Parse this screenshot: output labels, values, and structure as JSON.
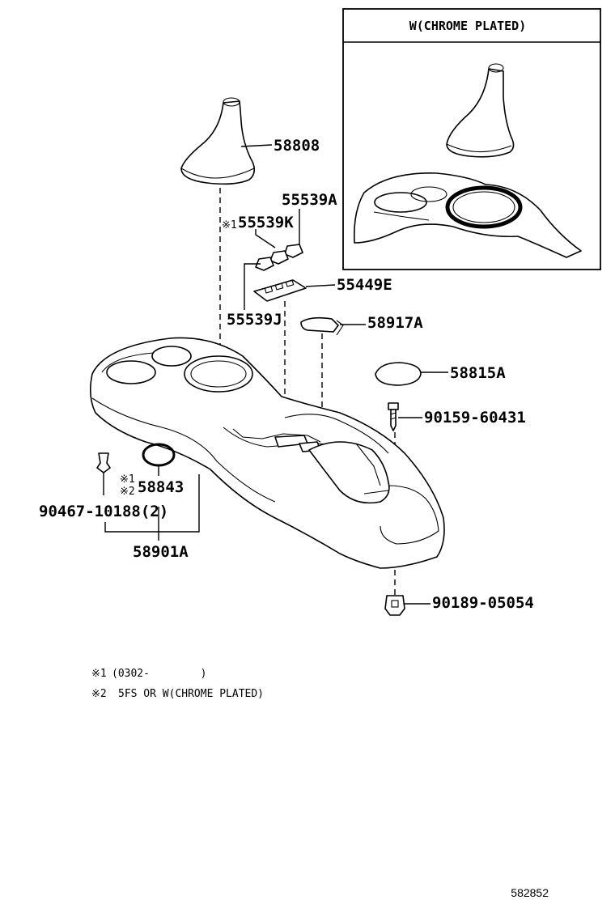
{
  "inset": {
    "title": "W(CHROME PLATED)"
  },
  "parts": {
    "p58808": "58808",
    "p55539A": "55539A",
    "p55539K": "55539K",
    "p55539K_mark": "※1",
    "p55449E": "55449E",
    "p55539J": "55539J",
    "p58917A": "58917A",
    "p58815A": "58815A",
    "p90159": "90159-60431",
    "p58843": "58843",
    "p58843_mark1": "※1",
    "p58843_mark2": "※2",
    "p90467": "90467-10188(2)",
    "p58901A": "58901A",
    "p90189": "90189-05054"
  },
  "notes": {
    "note1_mark": "※1",
    "note1_text": "(0302-        )",
    "note2_mark": "※2",
    "note2_text": "5FS OR W(CHROME PLATED)"
  },
  "reference": "582852"
}
